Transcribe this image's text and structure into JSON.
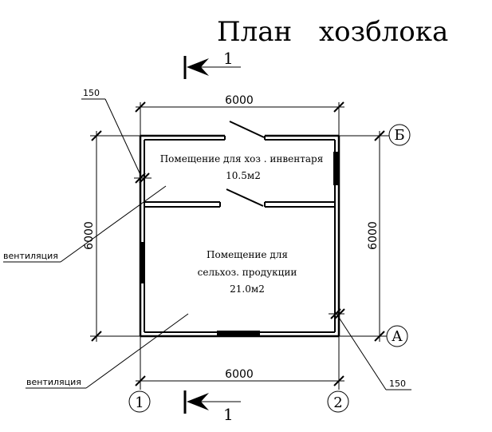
{
  "title": {
    "word1": "План",
    "word2": "хозблока"
  },
  "section_marks": {
    "top": "1",
    "bottom": "1"
  },
  "dimensions": {
    "top": "6000",
    "bottom": "6000",
    "left": "6000",
    "right": "6000",
    "wall_top_left": "150",
    "wall_bottom_right": "150"
  },
  "axes": {
    "row_top": "Б",
    "row_bottom": "А",
    "col_left": "1",
    "col_right": "2"
  },
  "rooms": {
    "storage": {
      "name": "Помещение  для хоз . инвентаря",
      "area": "10.5м2"
    },
    "produce": {
      "line1": "Помещение для",
      "line2": "сельхоз. продукции",
      "area": "21.0м2"
    }
  },
  "labels": {
    "vent_upper": "вентиляция",
    "vent_lower": "вентиляция"
  },
  "colors": {
    "line": "#000000",
    "background": "#ffffff"
  }
}
